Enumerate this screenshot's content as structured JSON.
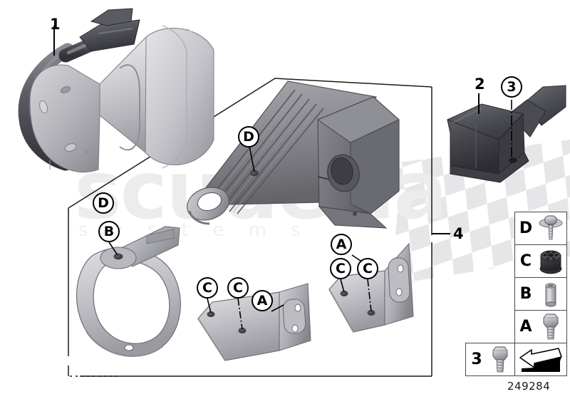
{
  "diagram": {
    "part_number": "249284",
    "watermark": {
      "main": "scuderia",
      "sub": "systems"
    },
    "callouts": [
      {
        "id": "callout-1",
        "label": "1"
      },
      {
        "id": "callout-2",
        "label": "2"
      },
      {
        "id": "callout-3",
        "label": "3"
      },
      {
        "id": "callout-4",
        "label": "4"
      }
    ],
    "hardware_bubbles": [
      {
        "id": "bubble-d-fin",
        "label": "D"
      },
      {
        "id": "bubble-d-clamp",
        "label": "D"
      },
      {
        "id": "bubble-b-clamp",
        "label": "B"
      },
      {
        "id": "bubble-c-mid-1",
        "label": "C"
      },
      {
        "id": "bubble-c-mid-2",
        "label": "C"
      },
      {
        "id": "bubble-a-mid",
        "label": "A"
      },
      {
        "id": "bubble-a-right",
        "label": "A"
      },
      {
        "id": "bubble-c-right-1",
        "label": "C"
      },
      {
        "id": "bubble-c-right-2",
        "label": "C"
      }
    ]
  },
  "legend": {
    "rows": [
      {
        "key": "D",
        "icon": "flange-bolt-icon"
      },
      {
        "key": "C",
        "icon": "rubber-grommet-icon"
      },
      {
        "key": "B",
        "icon": "spacer-sleeve-icon"
      },
      {
        "key": "A",
        "icon": "hex-bolt-icon"
      }
    ],
    "bottom": {
      "key": "3",
      "icon": "hex-bolt-icon",
      "arrow": "direction-arrow-icon"
    }
  },
  "colors": {
    "metal_light": "#d9d9dd",
    "metal_mid": "#a8a8ad",
    "metal_dark": "#6e6e74",
    "plastic_dark": "#46464b",
    "outline": "#1a1a1a",
    "watermark": "#ececed"
  }
}
